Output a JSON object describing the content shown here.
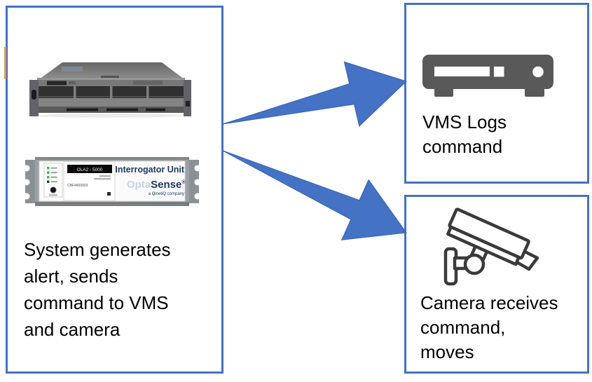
{
  "diagram": {
    "background": "#FFFFFF",
    "accent_color": "#4472C4",
    "icon_gray": "#595959",
    "camera_outline": "#3A3A3A",
    "navy": "#1F3864"
  },
  "system_box": {
    "caption": "System generates alert, sends command to VMS and camera",
    "caption_lines": [
      "System generates",
      "alert, sends",
      "command to VMS",
      "and camera"
    ],
    "server_image": "rack-server-photo",
    "interrogator": {
      "title": "Interrogator Unit",
      "display": "OLA2 - 5000",
      "serial": "CBF4600003",
      "brand_prefix": "Opta",
      "brand_suffix": "Sense",
      "brand_reg": "®",
      "brand_tagline": "a QinetiQ company"
    }
  },
  "vms_box": {
    "caption": "VMS Logs command",
    "caption_lines": [
      "VMS Logs",
      "command"
    ],
    "icon": "vms-recorder"
  },
  "camera_box": {
    "caption": "Camera receives command, moves",
    "caption_lines": [
      "Camera receives",
      "command,",
      "moves"
    ],
    "icon": "cctv-camera"
  },
  "arrows": [
    {
      "name": "arrow-to-vms",
      "from": "system_box",
      "to": "vms_box",
      "color": "#4472C4"
    },
    {
      "name": "arrow-to-camera",
      "from": "system_box",
      "to": "camera_box",
      "color": "#4472C4"
    }
  ]
}
